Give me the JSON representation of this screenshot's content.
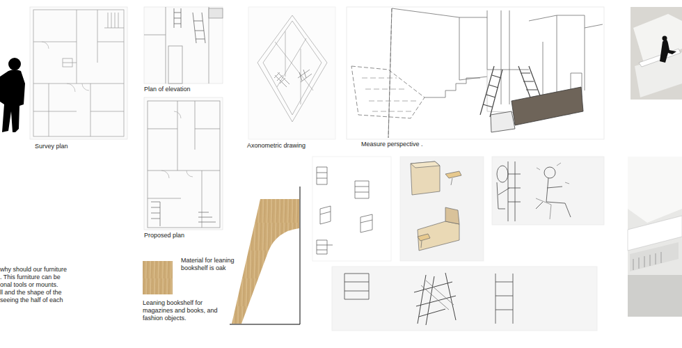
{
  "diagram": {
    "labels": [
      "Survey plan",
      "Plan of elevation",
      "Proposed plan",
      "Axonometric drawing",
      "Measure perspective .",
      "Material for leaning bookshelf is oak",
      "Leaning bookshelf for magazines and books, and fashion objects.",
      "why should our furniture",
      ". This furniture can be",
      "onal tools or mounts.",
      "ll and the shape of the",
      "seeing the half of each"
    ]
  }
}
